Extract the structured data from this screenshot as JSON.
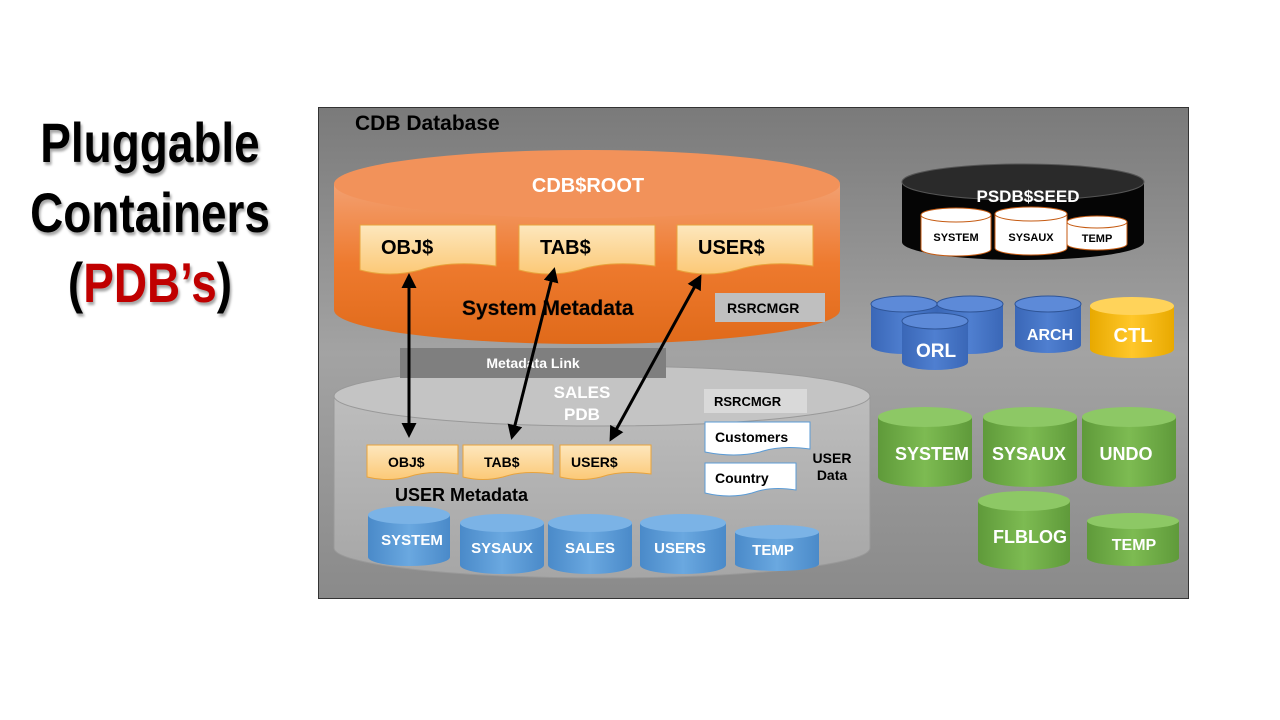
{
  "slide": {
    "title_line1": "Pluggable",
    "title_line2": "Containers",
    "title_open": "(",
    "title_pdb": "PDB’s",
    "title_close": ")"
  },
  "cdb": {
    "label": "CDB Database",
    "root": {
      "label": "CDB$ROOT",
      "tables": [
        "OBJ$",
        "TAB$",
        "USER$"
      ],
      "metadata_label": "System Metadata",
      "rsrcmgr": "RSRCMGR"
    },
    "metadata_link": "Metadata Link",
    "sales_pdb": {
      "label_line1": "SALES",
      "label_line2": "PDB",
      "tables": [
        "OBJ$",
        "TAB$",
        "USER$"
      ],
      "metadata_label": "USER Metadata",
      "rsrcmgr": "RSRCMGR",
      "user_data": [
        "Customers",
        "Country"
      ],
      "user_data_label_line1": "USER",
      "user_data_label_line2": "Data",
      "datafiles": [
        "SYSTEM",
        "SYSAUX",
        "SALES",
        "USERS",
        "TEMP"
      ]
    },
    "seed": {
      "label": "PSDB$SEED",
      "datafiles": [
        "SYSTEM",
        "SYSAUX",
        "TEMP"
      ]
    },
    "shared_files": {
      "orl": "ORL",
      "arch": "ARCH",
      "ctl": "CTL"
    },
    "root_datafiles": [
      "SYSTEM",
      "SYSAUX",
      "UNDO",
      "FLBLOG",
      "TEMP"
    ]
  },
  "colors": {
    "orange": "#ee7a2e",
    "yellow_table": "#fdd58a",
    "blue": "#4472c4",
    "light_blue": "#5b9bd5",
    "green": "#70ad47",
    "gold": "#ffc000",
    "red_accent": "#c00000"
  }
}
